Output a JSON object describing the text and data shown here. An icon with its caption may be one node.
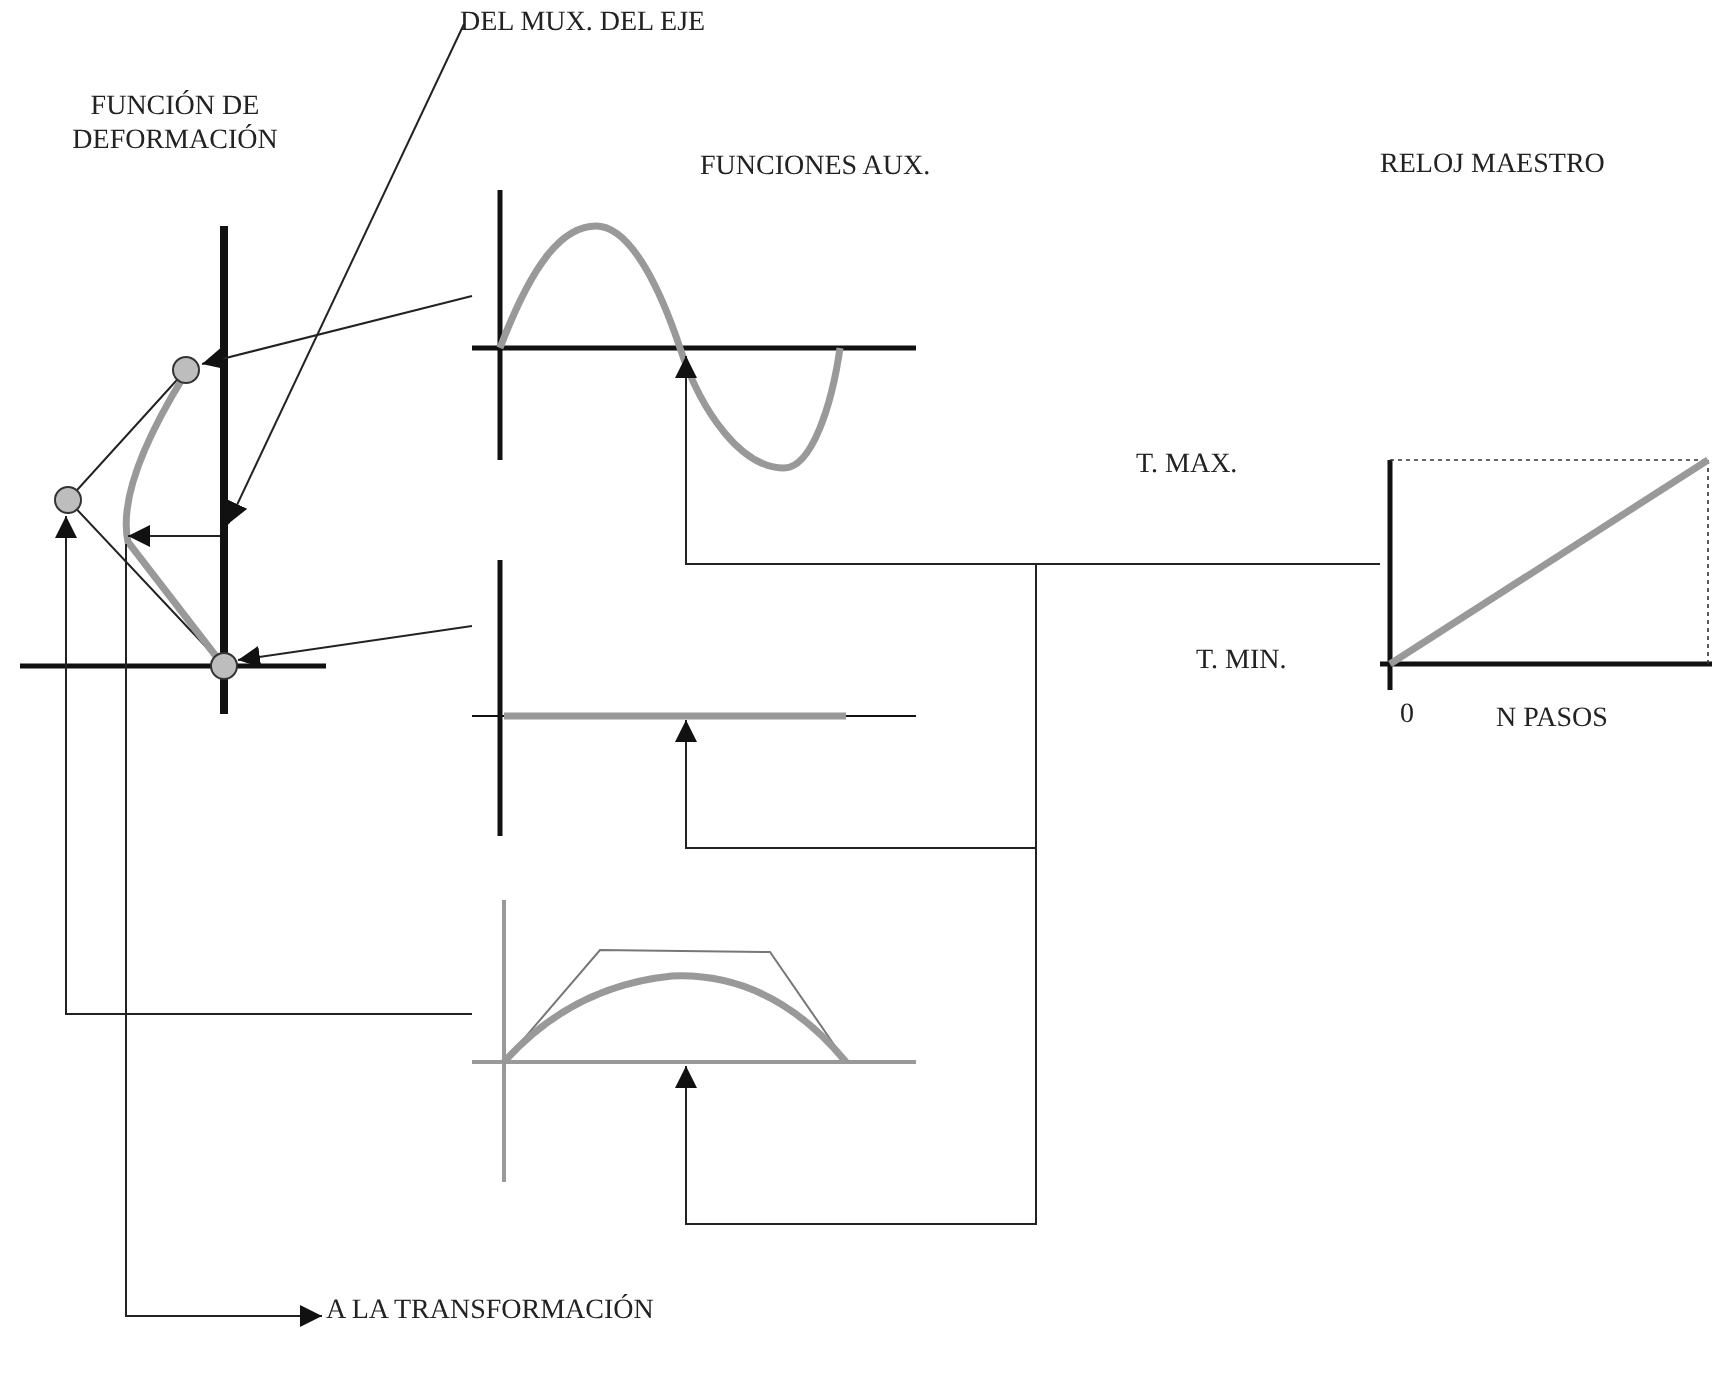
{
  "diagram": {
    "nodes": [
      {
        "text": [
          "DEL MUX. DEL EJE"
        ]
      },
      {
        "text": [
          "FUNCIÓN DE DEFORMACIÓN"
        ]
      },
      {
        "text": [],
        "shape": "circle",
        "in": 1
      },
      {
        "text": [],
        "shape": "circle",
        "in": 1
      },
      {
        "text": [],
        "shape": "circle",
        "in": 1
      },
      {
        "text": [],
        "shape": "curve",
        "in": 1
      },
      {
        "text": [],
        "shape": "bar",
        "in": 1
      },
      {
        "text": [
          "FUNCIONES AUX."
        ]
      },
      {
        "text": [],
        "shape": "picture",
        "in": 7
      },
      {
        "text": [],
        "shape": "picture",
        "in": 7
      },
      {
        "text": [],
        "shape": "picture",
        "in": 7
      },
      {
        "text": [
          "RELOJ MAESTRO"
        ]
      },
      {
        "text": [
          "A LA TRANSFORMACIÓN"
        ]
      }
    ],
    "edges": [
      {
        "from": 0,
        "to": 6,
        "arrow": "to"
      },
      {
        "from": 6,
        "to": 5,
        "arrow": "to"
      },
      {
        "from": 8,
        "to": 2,
        "arrow": "to"
      },
      {
        "from": 9,
        "to": 4,
        "arrow": "to"
      },
      {
        "from": 10,
        "to": 3,
        "arrow": "to"
      },
      {
        "from": 5,
        "to": 12,
        "arrow": "to"
      },
      {
        "from": 11,
        "to": 8,
        "arrow": "to"
      },
      {
        "from": 11,
        "to": 9,
        "arrow": "to"
      },
      {
        "from": 11,
        "to": 10,
        "arrow": "to"
      }
    ],
    "labels": [
      "T. MAX.",
      "T. MIN.",
      "0",
      "N PASOS"
    ]
  }
}
